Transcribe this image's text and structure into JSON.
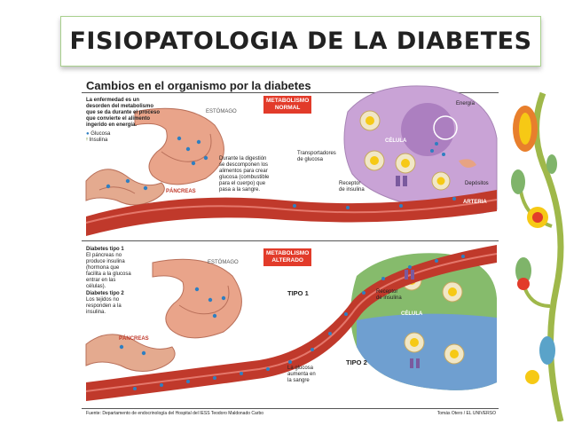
{
  "slide": {
    "title": "FISIOPATOLOGIA DE LA DIABETES"
  },
  "infographic": {
    "heading": "Cambios en el organismo por la diabetes",
    "intro_lines": [
      "La enfermedad es un",
      "desorden del metabolismo",
      "que se da durante el proceso",
      "que convierte el alimento",
      "ingerido en energía."
    ],
    "legend": {
      "glucose": "Glucosa",
      "insulin": "Insulina"
    },
    "top": {
      "badge_lines": [
        "METABOLISMO",
        "NORMAL"
      ],
      "stomach": "ESTÓMAGO",
      "pancreas": "PÁNCREAS",
      "digestion_lines": [
        "Durante la digestión",
        "se descomponen los",
        "alimentos para crear",
        "glucosa (combustible",
        "para el cuerpo) que",
        "pasa a la sangre."
      ],
      "transporters_lines": [
        "Transportadores",
        "de glucosa"
      ],
      "receptor_lines": [
        "Receptor",
        "de insulina"
      ],
      "cell": "CÉLULA",
      "energy": "Energía",
      "deposits": "Depósitos",
      "artery": "ARTERIA"
    },
    "bottom": {
      "badge_lines": [
        "METABOLISMO",
        "ALTERADO"
      ],
      "stomach": "ESTÓMAGO",
      "pancreas": "PÁNCREAS",
      "type1_title": "Diabetes tipo 1",
      "type1_lines": [
        "El páncreas no",
        "produce insulina",
        "(hormona que",
        "facilita a la glucosa",
        "entrar en las",
        "células)."
      ],
      "type2_title": "Diabetes tipo 2",
      "type2_lines": [
        "Los tejidos no",
        "responden a la",
        "insulina."
      ],
      "tipo1": "TIPO 1",
      "tipo2": "TIPO 2",
      "receptor_lines": [
        "Receptor",
        "de insulina"
      ],
      "cell": "CÉLULA",
      "glucose_rise_lines": [
        "La glucosa",
        "aumenta en",
        "la sangre"
      ]
    },
    "source": "Fuente: Departamento de endocrinología del Hospital del IESS Teodoro Maldonado Carbo",
    "credit": "Tomás Otero / EL UNIVERSO"
  },
  "colors": {
    "title_border": "#a8d08d",
    "badge_red": "#e23b2a",
    "artery": "#c0392b",
    "stomach": "#e8a58c",
    "cell_purple": "#b98ac9",
    "cell_green": "#7fb46a",
    "cell_blue": "#6d9fd0",
    "glucose_blue": "#2f7fc1"
  }
}
